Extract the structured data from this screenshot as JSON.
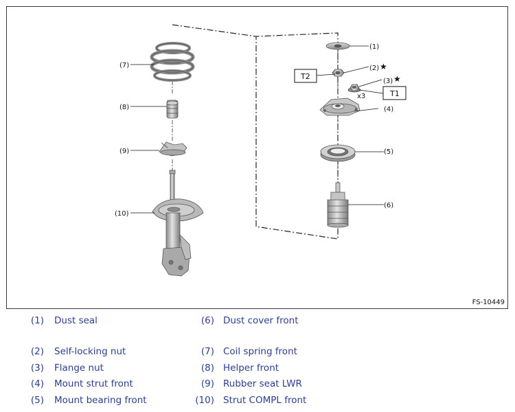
{
  "figure": {
    "id": "FS-10449",
    "callouts": [
      "(1)",
      "(2)",
      "(3)",
      "(4)",
      "(5)",
      "(6)",
      "(7)",
      "(8)",
      "(9)",
      "(10)"
    ],
    "torque_tags": [
      "T1",
      "T2"
    ],
    "quantity_note": "x3",
    "star": "★"
  },
  "legend": [
    {
      "num": "(1)",
      "name": "Dust seal"
    },
    {
      "num": "(2)",
      "name": "Self-locking nut"
    },
    {
      "num": "(3)",
      "name": "Flange nut"
    },
    {
      "num": "(4)",
      "name": "Mount strut front"
    },
    {
      "num": "(5)",
      "name": "Mount bearing front"
    },
    {
      "num": "(6)",
      "name": "Dust cover front"
    },
    {
      "num": "(7)",
      "name": "Coil spring front"
    },
    {
      "num": "(8)",
      "name": "Helper front"
    },
    {
      "num": "(9)",
      "name": "Rubber seat LWR"
    },
    {
      "num": "(10)",
      "name": "Strut COMPL front"
    }
  ]
}
